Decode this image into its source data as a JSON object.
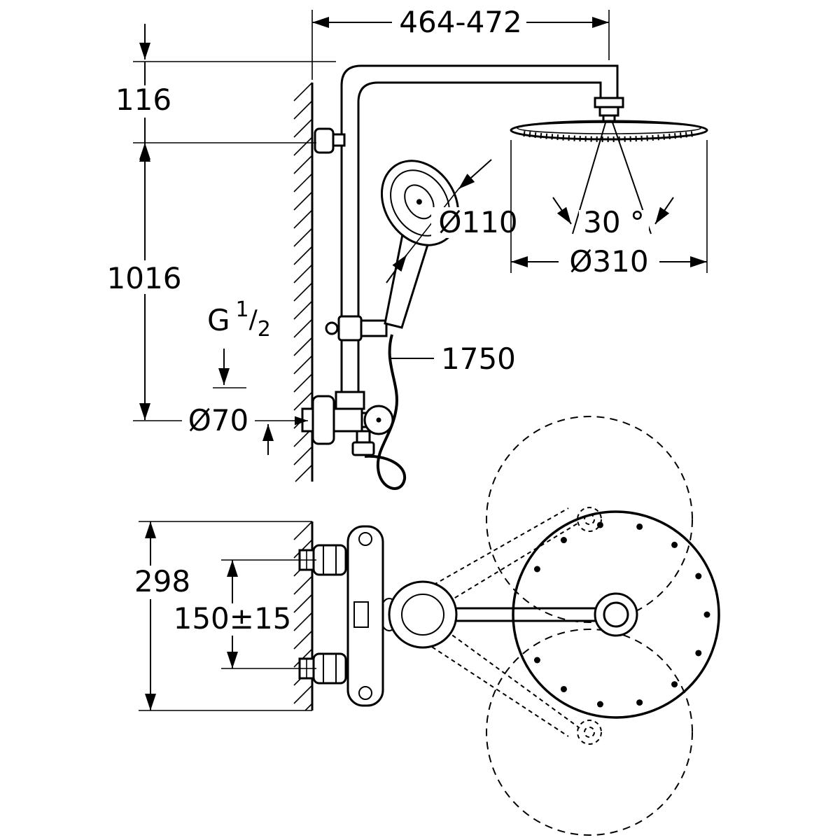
{
  "colors": {
    "line": "#000000",
    "background": "#ffffff"
  },
  "labels": {
    "top_width": "464-472",
    "top_offset": "116",
    "rail_height": "1016",
    "hand_shower_diameter": "Ø110",
    "spray_angle": "30 °",
    "head_diameter": "Ø310",
    "thread_prefix": "G",
    "thread_numerator": "1",
    "thread_slash": "/",
    "thread_denominator": "2",
    "hose_length": "1750",
    "supply_diameter": "Ø70",
    "bottom_height": "298",
    "valve_spacing": "150±15"
  }
}
